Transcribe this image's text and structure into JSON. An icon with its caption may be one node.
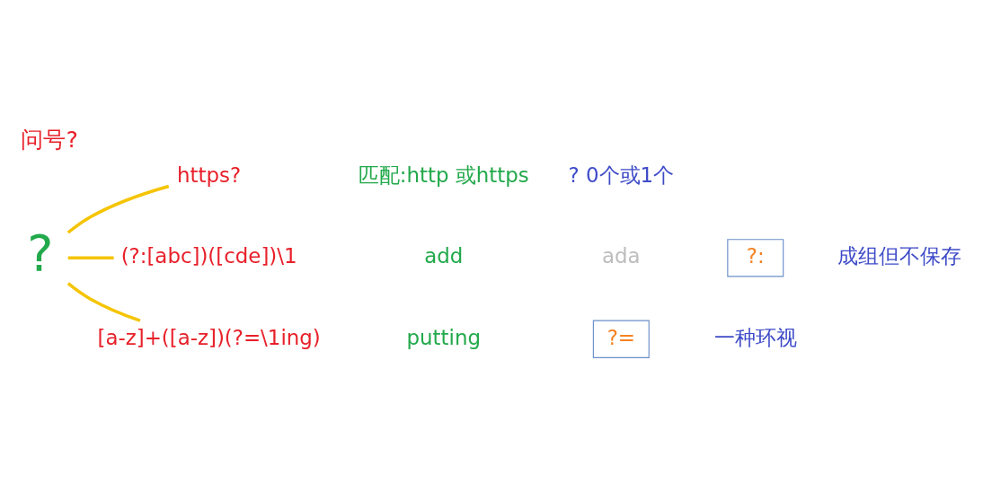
{
  "diagram": {
    "title": "问号?",
    "nodes": [
      {
        "text": [
          "?"
        ]
      },
      {
        "text": [
          "https?"
        ]
      },
      {
        "text": [
          "(?:[abc])([cde])\\1"
        ]
      },
      {
        "text": [
          "[a-z]+([a-z])(?=\\1ing)"
        ]
      },
      {
        "text": [
          "?:"
        ]
      },
      {
        "text": [
          "?="
        ]
      }
    ],
    "edges": [
      {
        "from": 0,
        "to": 1,
        "arrow": "none"
      },
      {
        "from": 0,
        "to": 2,
        "arrow": "none"
      },
      {
        "from": 0,
        "to": 3,
        "arrow": "none"
      }
    ],
    "labels": [
      "匹配:http 或https",
      "? 0个或1个",
      "add",
      "ada",
      "成组但不保存",
      "putting",
      "一种环视"
    ]
  }
}
